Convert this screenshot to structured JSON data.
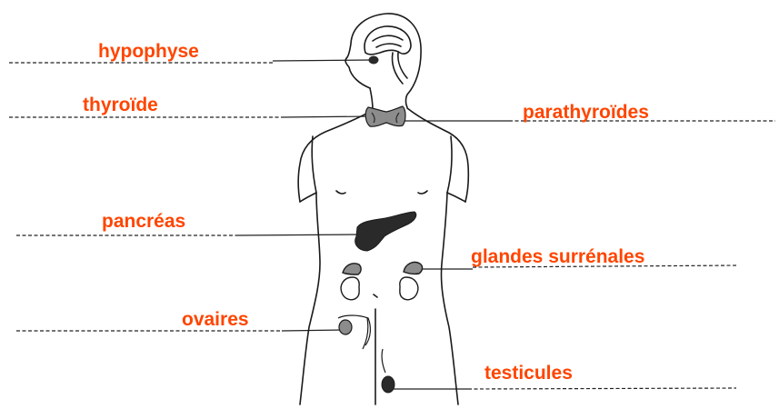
{
  "labels": {
    "hypophyse": "hypophyse",
    "thyroide": "thyroïde",
    "parathyroides": "parathyroïdes",
    "pancreas": "pancréas",
    "surrenales": "glandes surrénales",
    "ovaires": "ovaires",
    "testicules": "testicules"
  },
  "colors": {
    "label_text": "#ff4500",
    "outline": "#1a1a1a",
    "gland_fill": "#2a2a2a",
    "gland_grey": "#8c8c8c"
  }
}
